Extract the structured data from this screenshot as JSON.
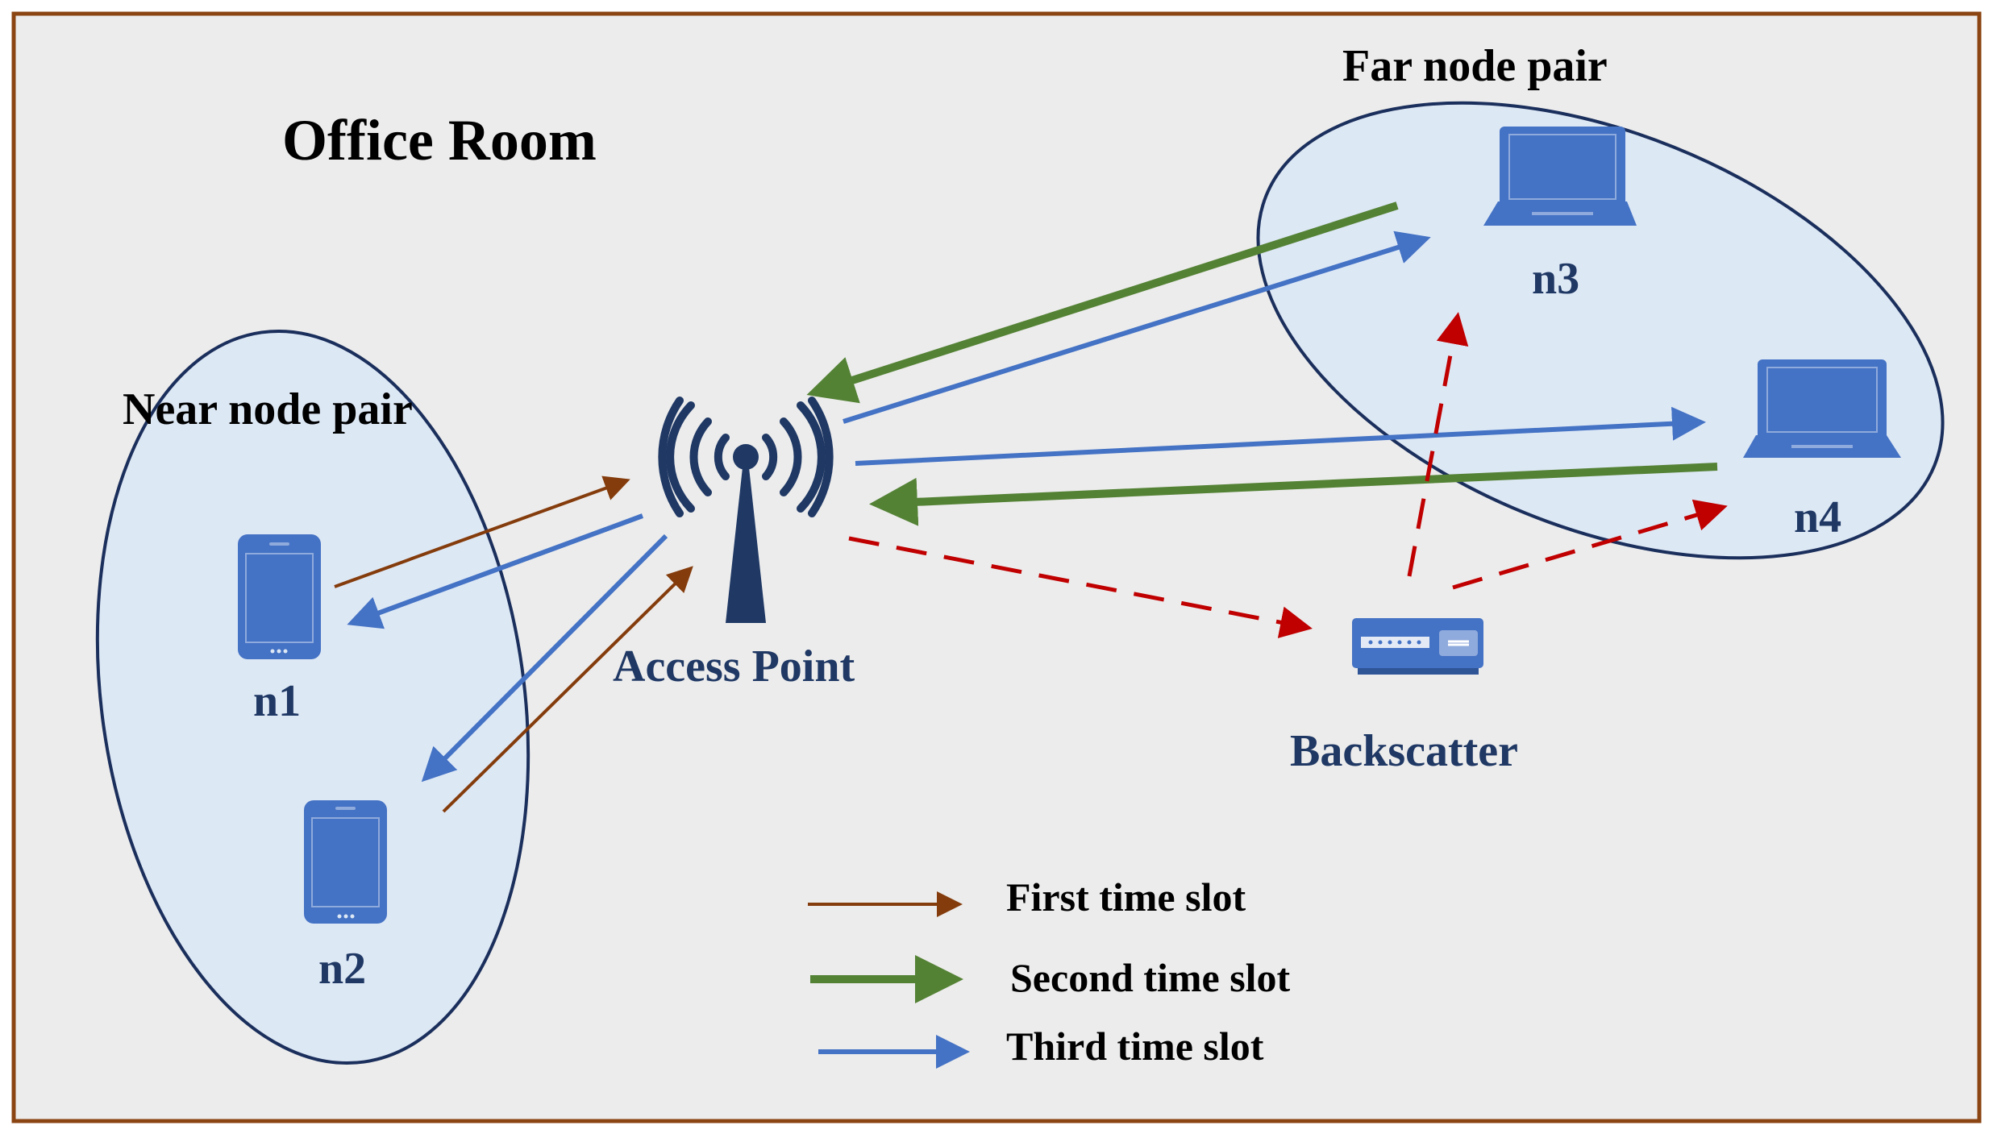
{
  "room": {
    "title": "Office Room"
  },
  "groups": {
    "near": "Near node pair",
    "far": "Far node pair"
  },
  "nodes": {
    "n1": "n1",
    "n2": "n2",
    "n3": "n3",
    "n4": "n4"
  },
  "devices": {
    "ap": "Access Point",
    "backscatter": "Backscatter"
  },
  "legend": {
    "first": "First time slot",
    "second": "Second time slot",
    "third": "Third time slot"
  },
  "colors": {
    "border": "#8b4513",
    "background": "#ececec",
    "ellipse_fill": "#dde8f5",
    "ellipse_stroke": "#1b2f5c",
    "device_blue": "#4472c4",
    "ap_navy": "#1f3864",
    "first_slot": "#843c0c",
    "second_slot": "#548235",
    "third_slot": "#4472c4",
    "backscatter_link": "#c00000",
    "text_dark": "#000000",
    "text_navy": "#1f3864"
  }
}
